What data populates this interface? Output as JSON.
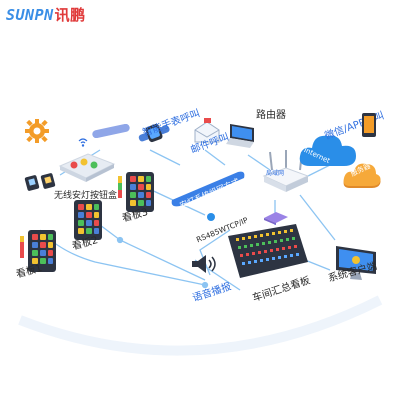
{
  "brand": {
    "name_en": "SUNPN",
    "name_cn": "讯鹏"
  },
  "labels": {
    "wireless_button_box": "无线安灯按钮盒",
    "smart_watch_call": "智能手表呼叫",
    "email_call": "邮件呼叫",
    "router": "路由器",
    "wechat_app_call": "微信/APP呼叫",
    "internet": "Internet",
    "lan": "局域网",
    "server": "服务器",
    "system_networking": "安灯系统组网方式",
    "protocol": "RS485WTCP/IP",
    "board_1": "看板1",
    "board_2": "看板2",
    "board_3": "看板3",
    "workshop_board": "车间汇总看板",
    "voice_broadcast": "语音播报",
    "system_client": "系统客户端"
  },
  "colors": {
    "accent_blue": "#2f6fe0",
    "line_blue": "#8cc4f2",
    "cloud_blue": "#2a8ee8",
    "banner_blue": "#3a7fe6",
    "logo_blue": "#3a8ee6",
    "logo_red": "#e03a3a",
    "gear_orange": "#f39c28",
    "device_dark": "#2d3442"
  },
  "icons": [
    "gear-icon",
    "wireless-signal-icon",
    "smartwatch-icon",
    "email-icon",
    "laptop-icon",
    "router-icon",
    "cloud-icon",
    "phone-icon",
    "server-cloud-icon",
    "speaker-icon",
    "monitor-icon",
    "andon-light-icon",
    "led-board-icon"
  ]
}
